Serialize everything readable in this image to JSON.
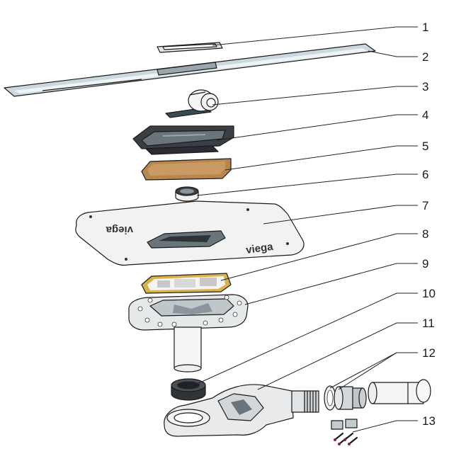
{
  "callouts": [
    {
      "id": "part-1",
      "label": "1"
    },
    {
      "id": "part-2",
      "label": "2"
    },
    {
      "id": "part-3",
      "label": "3"
    },
    {
      "id": "part-4",
      "label": "4"
    },
    {
      "id": "part-5",
      "label": "5"
    },
    {
      "id": "part-6",
      "label": "6"
    },
    {
      "id": "part-7",
      "label": "7"
    },
    {
      "id": "part-8",
      "label": "8"
    },
    {
      "id": "part-9",
      "label": "9"
    },
    {
      "id": "part-10",
      "label": "10"
    },
    {
      "id": "part-11",
      "label": "11"
    },
    {
      "id": "part-12",
      "label": "12"
    },
    {
      "id": "part-13",
      "label": "13"
    }
  ],
  "brand_marks": {
    "mat_top": "viega",
    "mat_bottom": "viega"
  },
  "colors": {
    "outline": "#1a1a1a",
    "metal": "#c9d6dc",
    "metal_light": "#eef3f5",
    "dark_part": "#3a3f45",
    "brown_gasket": "#b8874f",
    "mat_fill": "#f2f2f2",
    "pipe_fill": "#f5f5f5"
  }
}
